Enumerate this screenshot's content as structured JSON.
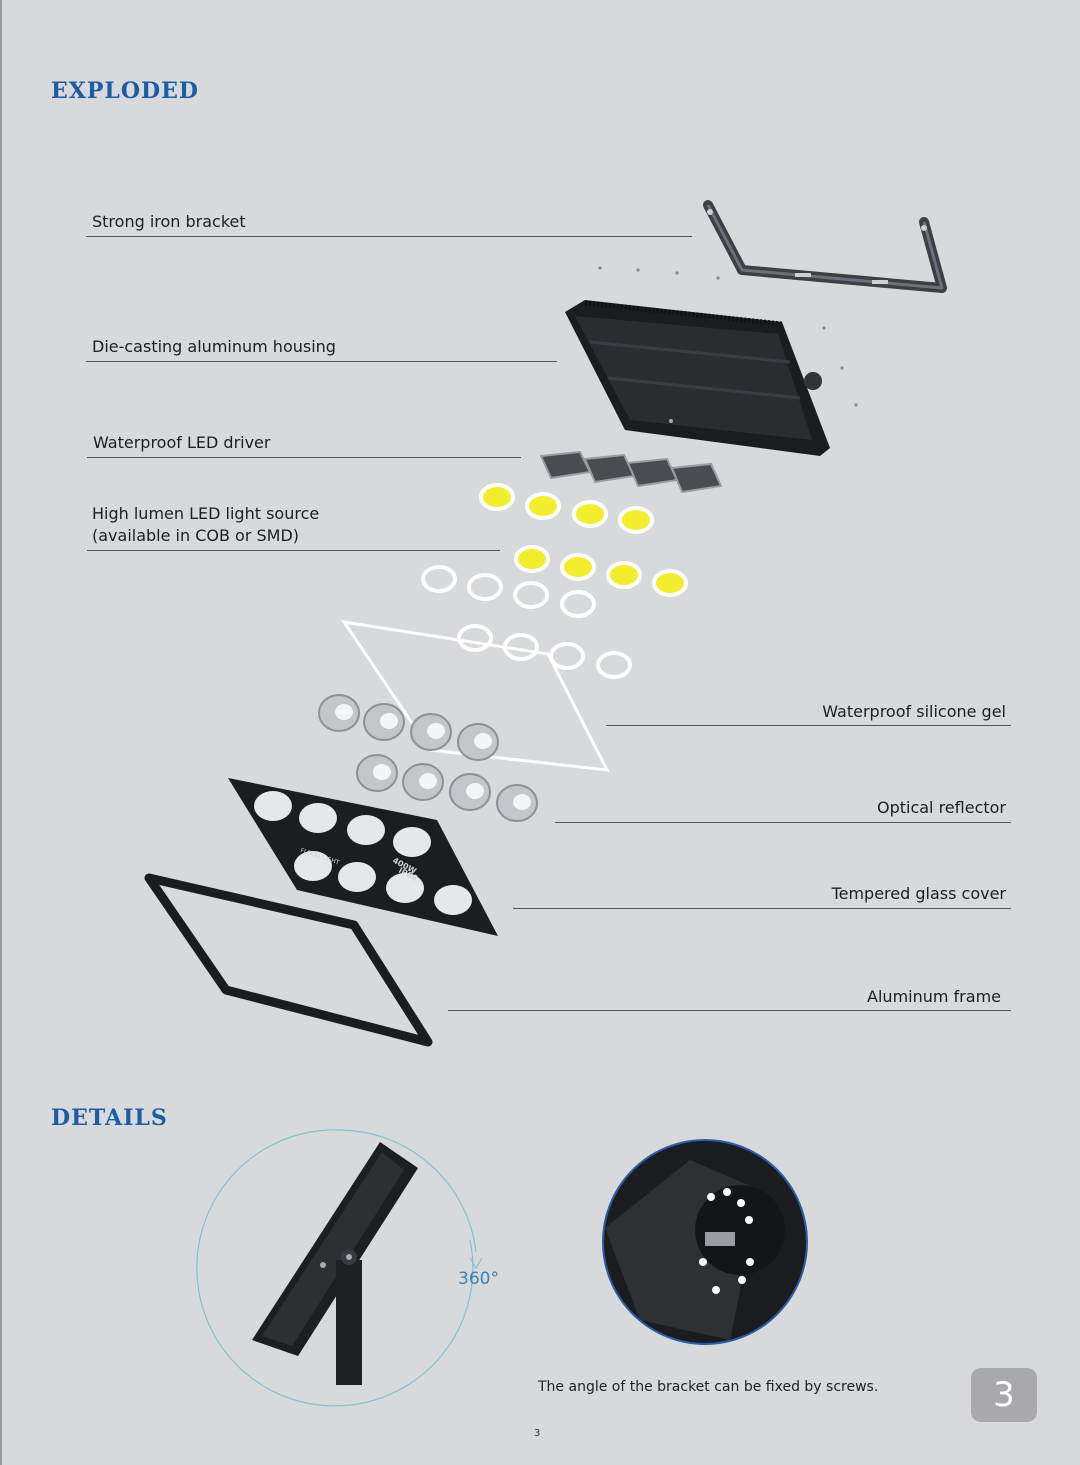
{
  "sections": {
    "exploded_title": "EXPLODED",
    "details_title": "DETAILS"
  },
  "labels": {
    "bracket": "Strong iron bracket",
    "housing": "Die-casting aluminum housing",
    "driver": "Waterproof LED driver",
    "light_source_line1": "High lumen LED light source",
    "light_source_line2": "(available in COB or SMD)",
    "silicone_gel": "Waterproof silicone gel",
    "reflector": "Optical reflector",
    "glass_cover": "Tempered glass cover",
    "frame": "Aluminum frame"
  },
  "glass_print": {
    "brand": "FLOOD LIGHT",
    "watt": "400W",
    "ip": "IP66"
  },
  "details": {
    "angle": "360°",
    "caption": "The angle of the bracket can be fixed by screws."
  },
  "page": {
    "number_footer": "3",
    "badge": "3"
  },
  "colors": {
    "background": "#d8d9db",
    "title_blue": "#1b5ea6",
    "led_yellow": "#f2ee2e",
    "circle_blue": "#2a5ea8",
    "arc_teal": "#7fc3d3"
  }
}
